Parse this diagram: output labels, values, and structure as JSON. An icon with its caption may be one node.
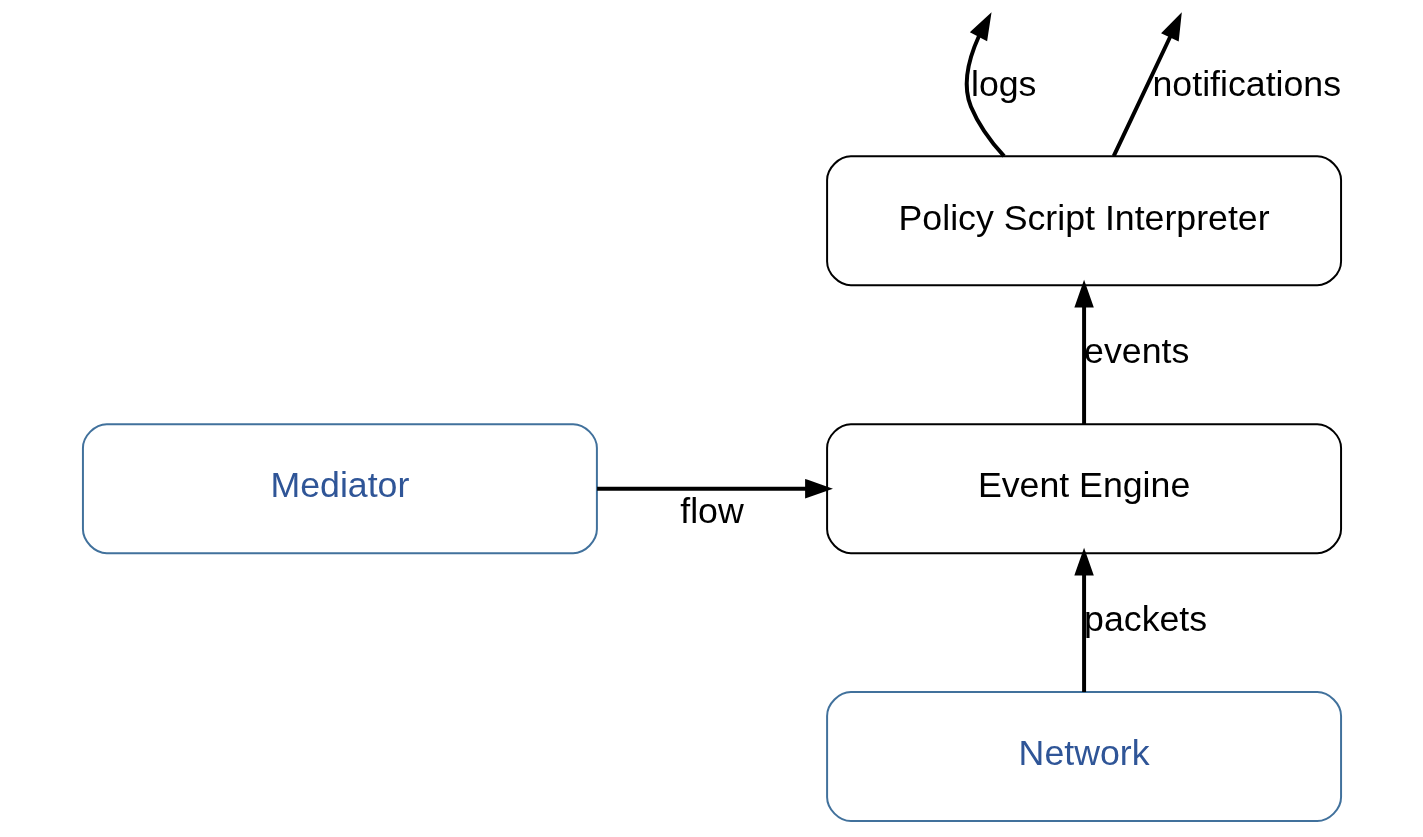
{
  "diagram": {
    "nodes": [
      {
        "text": [
          "Policy Script Interpreter"
        ]
      },
      {
        "text": [
          "Event Engine"
        ]
      },
      {
        "text": [
          "Mediator"
        ]
      },
      {
        "text": [
          "Network"
        ]
      }
    ],
    "edges": [
      {
        "from": 0,
        "to": null,
        "arrow": "to",
        "label": "logs"
      },
      {
        "from": 0,
        "to": null,
        "arrow": "to",
        "label": "notifications"
      },
      {
        "from": 1,
        "to": 0,
        "arrow": "to",
        "label": "events"
      },
      {
        "from": 2,
        "to": 1,
        "arrow": "to",
        "label": "flow"
      },
      {
        "from": 3,
        "to": 1,
        "arrow": "to",
        "label": "packets"
      }
    ]
  }
}
